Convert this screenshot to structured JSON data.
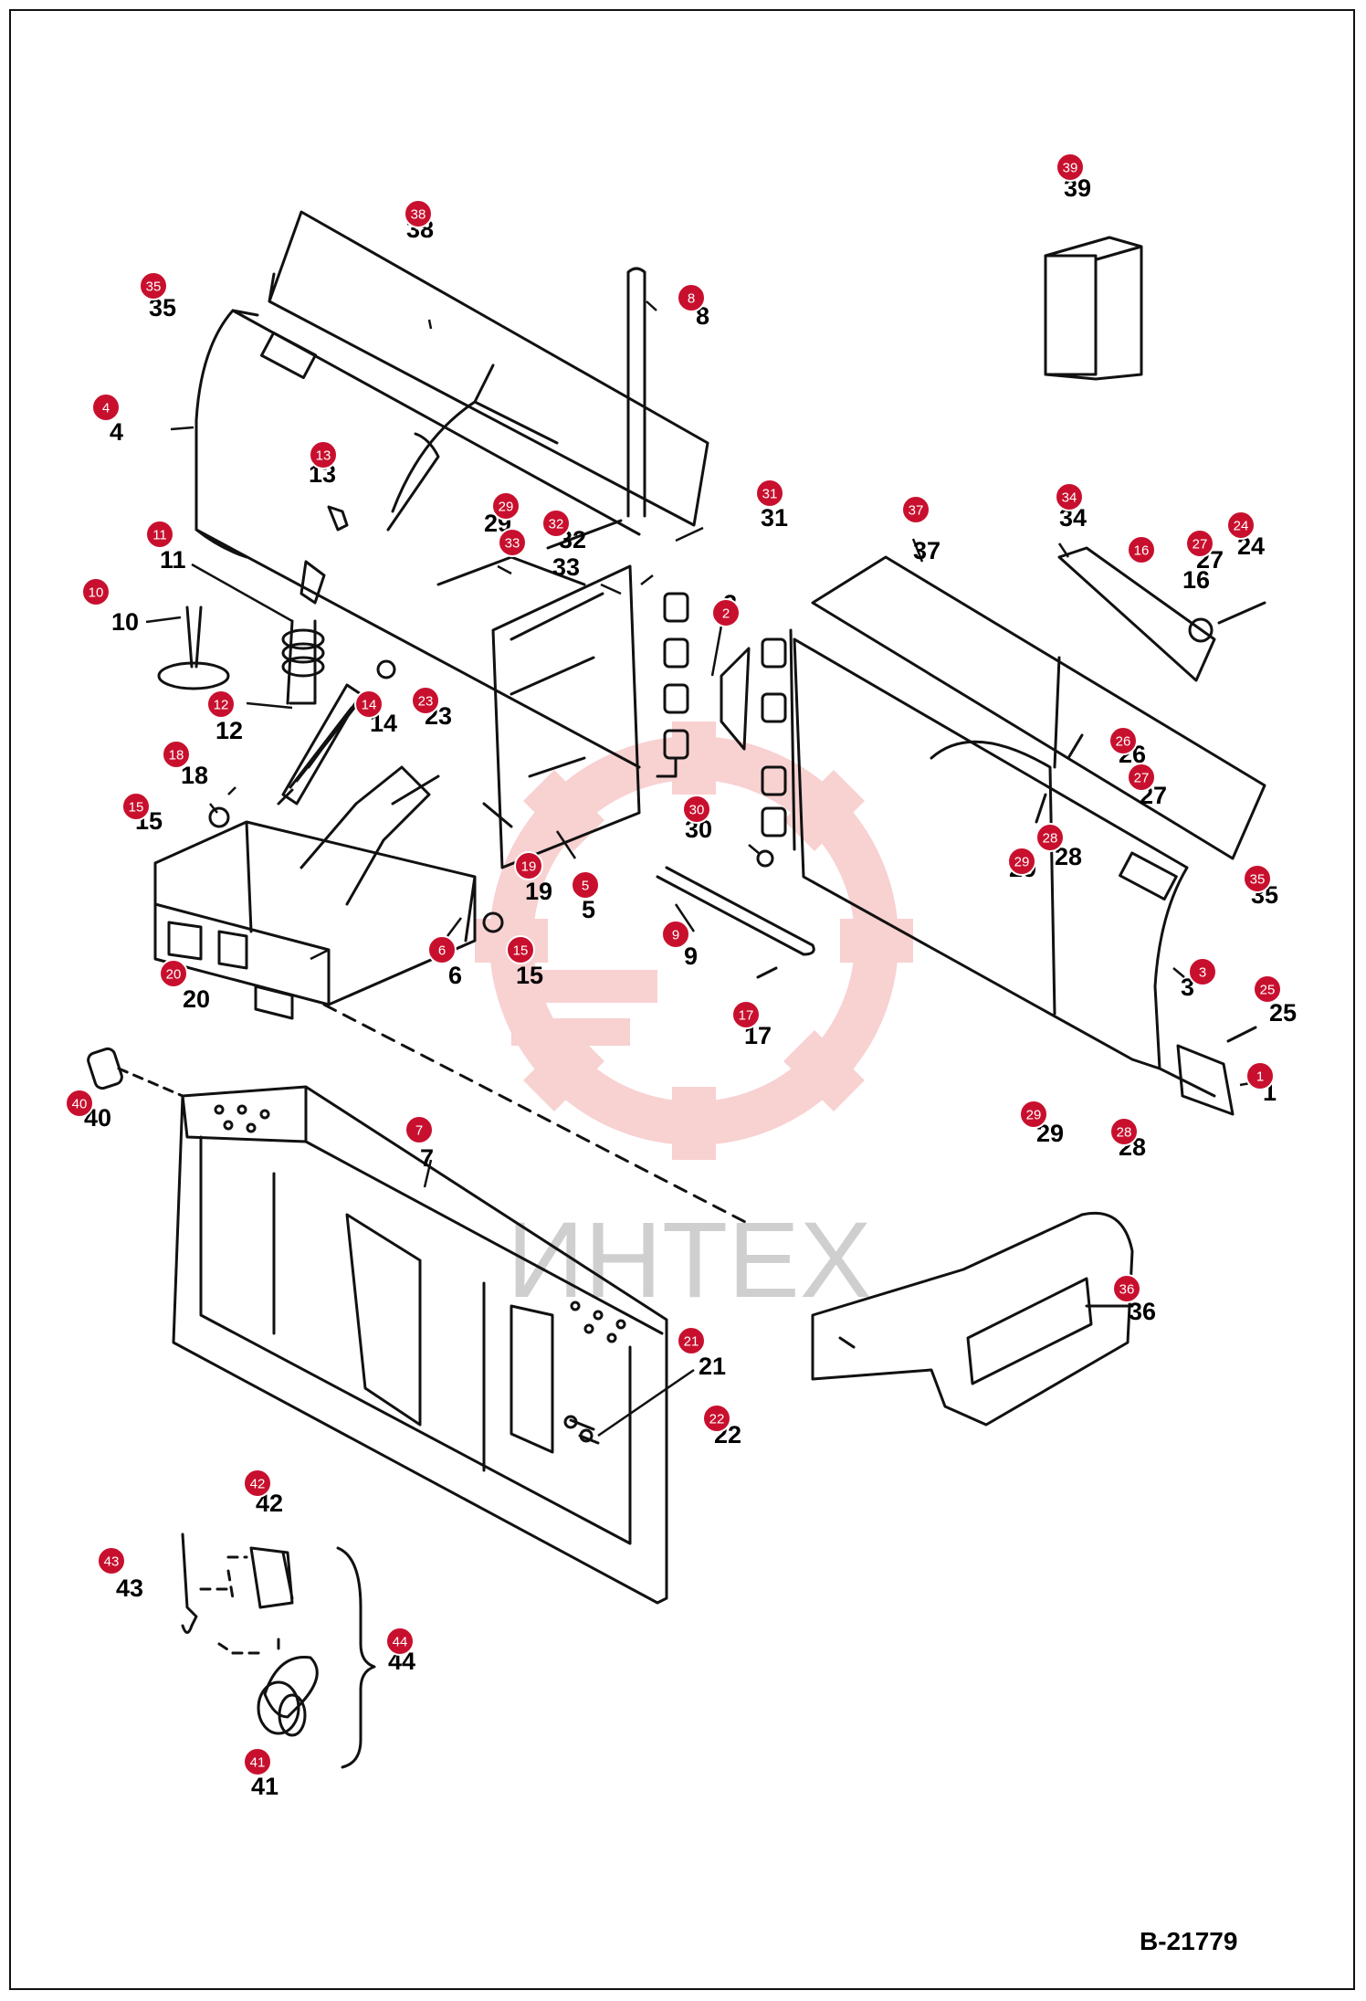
{
  "drawing_number": "B-21779",
  "watermark": {
    "text": "ИНТЕХ",
    "gear_color": "#f7c9c9",
    "text_color": "#cfcfcf"
  },
  "marker_color": "#c8102e",
  "parts": [
    "1",
    "2",
    "3",
    "4",
    "5",
    "6",
    "7",
    "8",
    "9",
    "10",
    "11",
    "12",
    "13",
    "14",
    "15",
    "16",
    "17",
    "18",
    "19",
    "20",
    "21",
    "22",
    "23",
    "24",
    "25",
    "26",
    "27",
    "28",
    "29",
    "30",
    "31",
    "32",
    "33",
    "34",
    "35",
    "36",
    "37",
    "38",
    "39",
    "40",
    "41",
    "42",
    "43",
    "44"
  ]
}
